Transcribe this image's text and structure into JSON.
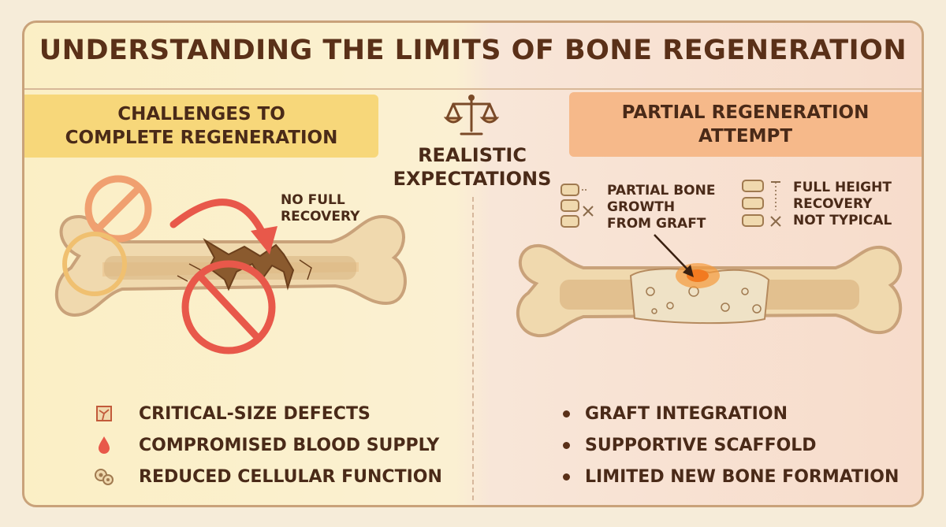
{
  "title": "UNDERSTANDING THE LIMITS OF BONE REGENERATION",
  "left_panel": {
    "heading_line1": "CHALLENGES TO",
    "heading_line2": "COMPLETE REGENERATION",
    "callout_line1": "NO FULL",
    "callout_line2": "RECOVERY",
    "items": [
      {
        "icon": "cracked-bone-icon",
        "label": "CRITICAL-SIZE DEFECTS"
      },
      {
        "icon": "blood-drop-icon",
        "label": "COMPROMISED BLOOD SUPPLY"
      },
      {
        "icon": "cells-icon",
        "label": "REDUCED CELLULAR FUNCTION"
      }
    ]
  },
  "center": {
    "icon": "balance-scale-icon",
    "label_line1": "REALISTIC",
    "label_line2": "EXPECTATIONS"
  },
  "right_panel": {
    "heading_line1": "PARTIAL REGENERATION",
    "heading_line2": "ATTEMPT",
    "callout_a": [
      "PARTIAL BONE",
      "GROWTH",
      "FROM GRAFT"
    ],
    "callout_b": [
      "FULL HEIGHT",
      "RECOVERY",
      "NOT TYPICAL"
    ],
    "items": [
      {
        "label": "GRAFT INTEGRATION"
      },
      {
        "label": "SUPPORTIVE SCAFFOLD"
      },
      {
        "label": "LIMITED NEW BONE FORMATION"
      }
    ]
  },
  "colors": {
    "left_header": "#f7d77a",
    "right_header": "#f6b98a",
    "warning_red": "#e8584a",
    "bone": "#f0d9ae",
    "text": "#4a2a18"
  }
}
